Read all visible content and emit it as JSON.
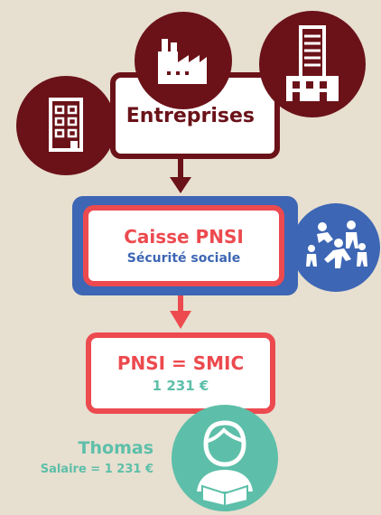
{
  "nodes": {
    "entreprises": {
      "label": "Entreprises"
    },
    "caisse": {
      "title": "Caisse PNSI",
      "subtitle": "Sécurité sociale"
    },
    "pnsi": {
      "title": "PNSI = SMIC",
      "amount": "1 231 €"
    },
    "person": {
      "name": "Thomas",
      "salary": "Salaire = 1 231 €"
    }
  },
  "icons": {
    "factory": "factory-icon",
    "office": "office-building-icon",
    "skyscraper": "skyscraper-icon",
    "people": "people-group-icon",
    "reader": "person-reading-icon"
  },
  "colors": {
    "background": "#e7dfd0",
    "dark_red": "#6b1219",
    "red": "#ec4a4f",
    "blue": "#3d66b4",
    "teal": "#5dbfa9"
  }
}
